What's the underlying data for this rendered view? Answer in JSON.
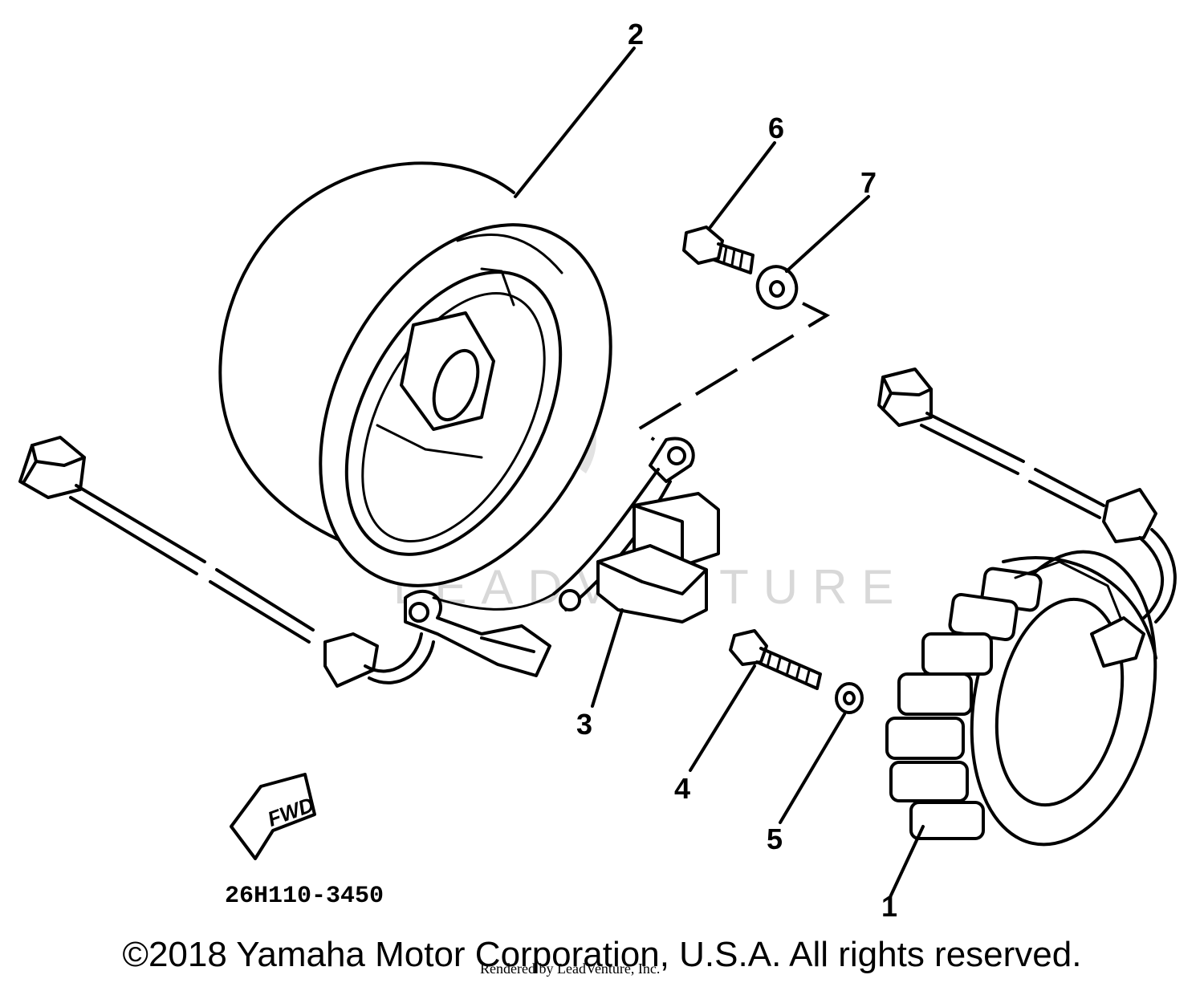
{
  "callouts": {
    "c1": "1",
    "c2": "2",
    "c3": "3",
    "c4": "4",
    "c5": "5",
    "c6": "6",
    "c7": "7"
  },
  "part_number": "26H110-3450",
  "fwd_label": "FWD",
  "watermark": "LEADVENTURE",
  "copyright": "©2018 Yamaha Motor Corporation, U.S.A. All rights reserved.",
  "rendered_by": "Rendered by LeadVenture, Inc."
}
